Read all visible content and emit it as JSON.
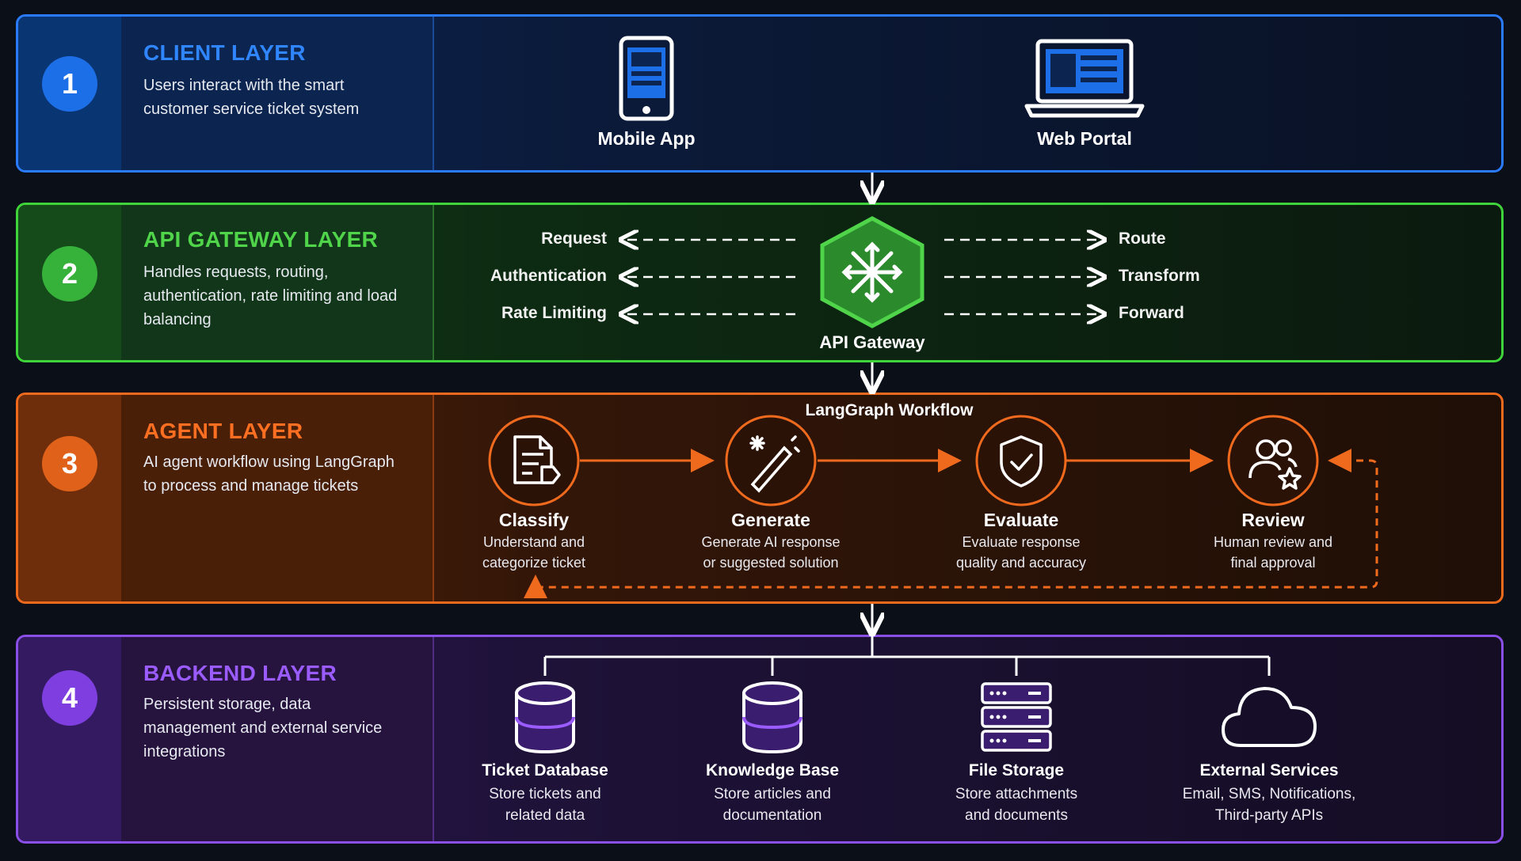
{
  "layers": [
    {
      "number": "1",
      "title": "CLIENT LAYER",
      "description": "Users interact with the smart customer service ticket system"
    },
    {
      "number": "2",
      "title": "API GATEWAY LAYER",
      "description": "Handles requests, routing, authentication, rate limiting and load balancing"
    },
    {
      "number": "3",
      "title": "AGENT LAYER",
      "description": "AI agent workflow using LangGraph to process and manage tickets"
    },
    {
      "number": "4",
      "title": "BACKEND LAYER",
      "description": "Persistent storage, data management and external service integrations"
    }
  ],
  "client": {
    "nodes": [
      {
        "label": "Mobile App",
        "icon": "mobile-phone-icon"
      },
      {
        "label": "Web Portal",
        "icon": "laptop-icon"
      }
    ]
  },
  "gateway": {
    "center_label": "API Gateway",
    "center_icon": "network-hub-icon",
    "left_items": [
      "Request",
      "Authentication",
      "Rate Limiting"
    ],
    "right_items": [
      "Route",
      "Transform",
      "Forward"
    ]
  },
  "agent": {
    "workflow_title": "LangGraph Workflow",
    "steps": [
      {
        "label": "Classify",
        "desc1": "Understand and",
        "desc2": "categorize ticket",
        "icon": "document-tag-icon"
      },
      {
        "label": "Generate",
        "desc1": "Generate AI response",
        "desc2": "or suggested solution",
        "icon": "magic-wand-icon"
      },
      {
        "label": "Evaluate",
        "desc1": "Evaluate response",
        "desc2": "quality and accuracy",
        "icon": "shield-check-icon"
      },
      {
        "label": "Review",
        "desc1": "Human review and",
        "desc2": "final approval",
        "icon": "users-star-icon"
      }
    ]
  },
  "backend": {
    "nodes": [
      {
        "label": "Ticket Database",
        "desc1": "Store tickets and",
        "desc2": "related data",
        "icon": "database-icon"
      },
      {
        "label": "Knowledge Base",
        "desc1": "Store articles and",
        "desc2": "documentation",
        "icon": "database-icon"
      },
      {
        "label": "File Storage",
        "desc1": "Store attachments",
        "desc2": "and documents",
        "icon": "server-icon"
      },
      {
        "label": "External Services",
        "desc1": "Email, SMS, Notifications,",
        "desc2": "Third-party APIs",
        "icon": "cloud-icon"
      }
    ]
  },
  "colors": {
    "client": "#2a7bff",
    "gateway": "#3fd43a",
    "agent": "#f06a1e",
    "backend": "#8a4fe6"
  }
}
